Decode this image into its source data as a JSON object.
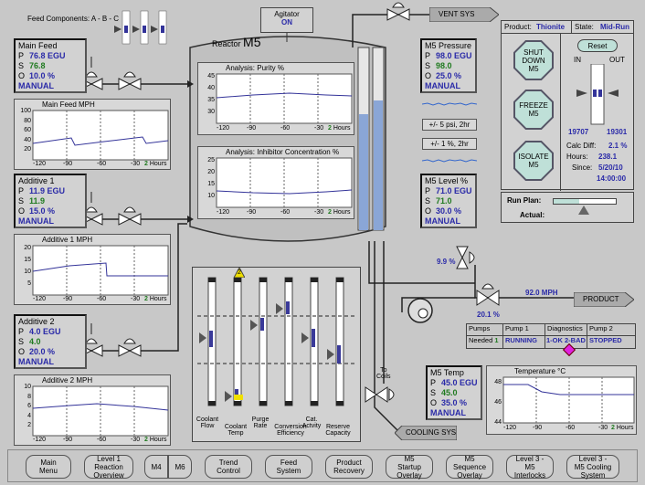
{
  "feed_components": "Feed Components: A - B - C",
  "agitator": {
    "title": "Agitator",
    "state": "ON"
  },
  "vent": "VENT SYS",
  "reactor": {
    "label": "Reactor",
    "name": "M5"
  },
  "main_feed": {
    "title": "Main Feed",
    "p": "76.8 EGU",
    "s": "76.8",
    "o": "10.0 %",
    "mode": "MANUAL"
  },
  "main_feed_trend": {
    "title": "Main Feed MPH",
    "yticks": [
      "100",
      "80",
      "60",
      "40",
      "20"
    ],
    "xticks": [
      "-120",
      "-90",
      "-60",
      "-30"
    ],
    "hours": "2",
    "hours_label": "Hours"
  },
  "additive1": {
    "title": "Additive 1",
    "p": "11.9 EGU",
    "s": "11.9",
    "o": "15.0 %",
    "mode": "MANUAL"
  },
  "additive1_trend": {
    "title": "Additive 1 MPH",
    "yticks": [
      "20",
      "15",
      "10",
      "5"
    ],
    "xticks": [
      "-120",
      "-90",
      "-60",
      "-30"
    ],
    "hours": "2",
    "hours_label": "Hours"
  },
  "additive2": {
    "title": "Additive 2",
    "p": "4.0 EGU",
    "s": "4.0",
    "o": "20.0 %",
    "mode": "MANUAL"
  },
  "additive2_trend": {
    "title": "Additive 2 MPH",
    "yticks": [
      "10",
      "8",
      "6",
      "4",
      "2"
    ],
    "xticks": [
      "-120",
      "-90",
      "-60",
      "-30"
    ],
    "hours": "2",
    "hours_label": "Hours"
  },
  "purity": {
    "title": "Analysis: Purity %",
    "yticks": [
      "45",
      "40",
      "35",
      "30"
    ],
    "xticks": [
      "-120",
      "-90",
      "-60",
      "-30"
    ],
    "hours": "2",
    "hours_label": "Hours"
  },
  "inhibitor": {
    "title": "Analysis: Inhibitor Concentration %",
    "yticks": [
      "25",
      "20",
      "15",
      "10"
    ],
    "xticks": [
      "-120",
      "-90",
      "-60",
      "-30"
    ],
    "hours": "2",
    "hours_label": "Hours"
  },
  "pressure": {
    "title": "M5 Pressure",
    "p": "98.0 EGU",
    "s": "98.0",
    "o": "25.0 %",
    "mode": "MANUAL"
  },
  "pressure_btns": [
    "+/- 5 psi, 2hr",
    "+/- 1 %, 2hr"
  ],
  "level": {
    "title": "M5 Level %",
    "p": "71.0 EGU",
    "s": "71.0",
    "o": "30.0 %",
    "mode": "MANUAL"
  },
  "temp": {
    "title": "M5 Temp",
    "p": "45.0 EGU",
    "s": "45.0",
    "o": "35.0 %",
    "mode": "MANUAL"
  },
  "temp_trend": {
    "title": "Temperature °C",
    "yticks": [
      "48",
      "46",
      "44"
    ],
    "xticks": [
      "-120",
      "-90",
      "-60",
      "-30"
    ],
    "hours": "2",
    "hours_label": "Hours"
  },
  "outlet_pct": "9.9 %",
  "pump_pct": "20.1 %",
  "product_flow": "92.0 MPH",
  "product": "PRODUCT",
  "to_coils": "To\nCoils",
  "cooling_sys": "COOLING SYS",
  "pumps": {
    "headers": [
      "Pumps",
      "Pump 1",
      "Diagnostics",
      "Pump 2"
    ],
    "needed_label": "Needed",
    "needed": "1",
    "pump1": "RUNNING",
    "diag": "1-OK  2-BAD",
    "pump2": "STOPPED"
  },
  "ranges": {
    "labels": [
      "Coolant\nFlow",
      "Coolant\nTemp",
      "Purge\nRate",
      "Conversion\nEfficiency",
      "Cat.\nActvity",
      "Reserve\nCapacity"
    ],
    "warn_badge": "2"
  },
  "status": {
    "product_label": "Product:",
    "product": "Thionite",
    "state_label": "State:",
    "state": "Mid-Run"
  },
  "reset": "Reset",
  "inout": {
    "in": "IN",
    "out": "OUT",
    "left_val": "19707",
    "right_val": "19301"
  },
  "calc": {
    "calc_label": "Calc Diff:",
    "calc": "2.1 %",
    "hours_label": "Hours:",
    "hours": "238.1",
    "since_label": "Since:",
    "since_date": "5/20/10",
    "since_time": "14:00:00"
  },
  "octs": [
    "SHUT\nDOWN\nM5",
    "FREEZE\nM5",
    "ISOLATE\nM5"
  ],
  "run_plan": {
    "plan": "Run Plan:",
    "actual": "Actual:"
  },
  "nav": [
    "Main\nMenu",
    "Level 1\nReaction\nOverview",
    "M4",
    "M6",
    "Trend\nControl",
    "Feed\nSystem",
    "Product\nRecovery",
    "M5\nStartup\nOverlay",
    "M5\nSequence\nOverlay",
    "Level 3 -\nM5\nInterlocks",
    "Level 3 -\nM5 Cooling\nSystem"
  ]
}
